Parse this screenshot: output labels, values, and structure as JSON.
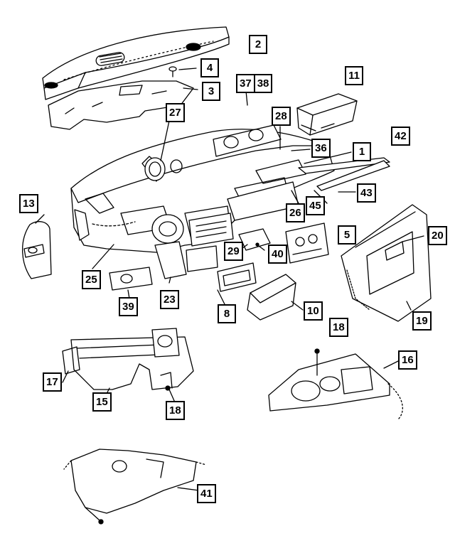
{
  "diagram": {
    "callouts": {
      "c1": "1",
      "c2": "2",
      "c3": "3",
      "c4": "4",
      "c5": "5",
      "c8": "8",
      "c10": "10",
      "c11": "11",
      "c13": "13",
      "c15": "15",
      "c16": "16",
      "c17": "17",
      "c18a": "18",
      "c18b": "18",
      "c19": "19",
      "c20": "20",
      "c23": "23",
      "c25": "25",
      "c26": "26",
      "c27": "27",
      "c28": "28",
      "c29": "29",
      "c36": "36",
      "c37": "37",
      "c38": "38",
      "c39": "39",
      "c40": "40",
      "c41": "41",
      "c42": "42",
      "c43": "43",
      "c45": "45"
    }
  }
}
